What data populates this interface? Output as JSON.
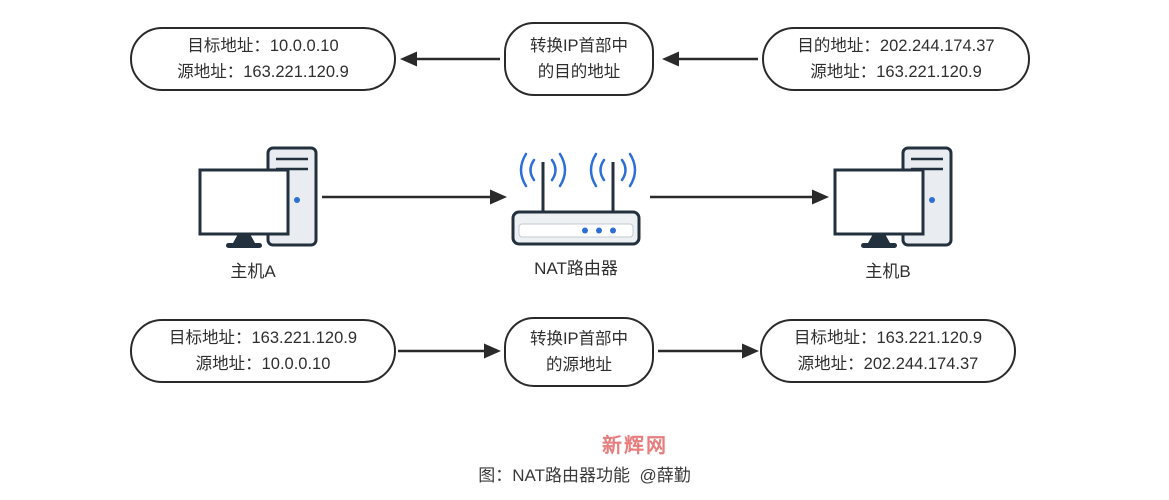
{
  "top_flow": {
    "result_box": {
      "line1": "目标地址：10.0.0.10",
      "line2": "源地址：163.221.120.9"
    },
    "action_box": {
      "line1": "转换IP首部中",
      "line2": "的目的地址"
    },
    "source_box": {
      "line1": "目的地址：202.244.174.37",
      "line2": "源地址：163.221.120.9"
    }
  },
  "devices": {
    "host_a_label": "主机A",
    "router_label": "NAT路由器",
    "host_b_label": "主机B"
  },
  "bottom_flow": {
    "source_box": {
      "line1": "目标地址：163.221.120.9",
      "line2": "源地址：10.0.0.10"
    },
    "action_box": {
      "line1": "转换IP首部中",
      "line2": "的源地址"
    },
    "result_box": {
      "line1": "目标地址：163.221.120.9",
      "line2": "源地址：202.244.174.37"
    }
  },
  "footer": {
    "watermark": "新辉网",
    "caption": "图：NAT路由器功能  @薛勤"
  },
  "colors": {
    "line": "#2a2a2a",
    "device_outline": "#23303d",
    "accent_blue": "#2d6fd6",
    "watermark_red": "#e87d7d"
  }
}
